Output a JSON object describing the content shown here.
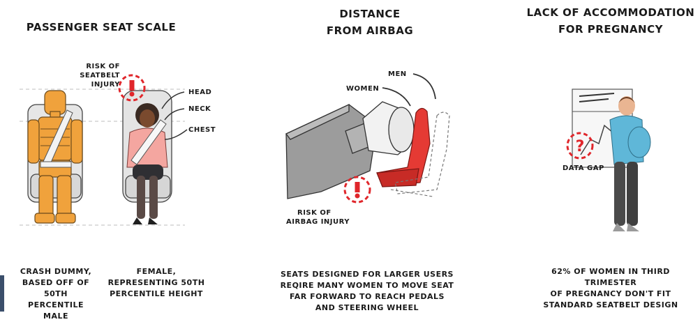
{
  "panel1": {
    "title": "PASSENGER SEAT SCALE",
    "risk_label_1": "RISK OF",
    "risk_label_2": "SEATBELT INJURY",
    "label_head": "HEAD",
    "label_neck": "NECK",
    "label_chest": "CHEST",
    "caption_left": [
      "CRASH DUMMY,",
      "BASED OFF OF 50th",
      "PERCENTILE MALE"
    ],
    "caption_right": [
      "FEMALE,",
      "REPRESENTING 50th",
      "PERCENTILE HEIGHT"
    ]
  },
  "panel2": {
    "title": [
      "DISTANCE",
      "FROM AIRBAG"
    ],
    "label_men": "MEN",
    "label_women": "WOMEN",
    "risk_label_1": "RISK OF",
    "risk_label_2": "AIRBAG INJURY",
    "caption": [
      "SEATS DESIGNED FOR LARGER USERS",
      "REQIRE MANY WOMEN TO MOVE SEAT",
      "FAR FORWARD TO REACH PEDALS",
      "AND STEERING WHEEL"
    ]
  },
  "panel3": {
    "title": [
      "LACK OF ACCOMMODATION",
      "FOR PREGNANCY"
    ],
    "data_gap_label": "DATA GAP",
    "caption": [
      "62% OF WOMEN IN THIRD TRIMESTER",
      "OF PREGNANCY DON'T FIT",
      "STANDARD SEATBELT DESIGN"
    ]
  },
  "icons": [
    "warning-exclamation-icon",
    "question-mark-icon"
  ],
  "colors": {
    "warning_red": "#e0262b",
    "dummy_orange": "#f0a23c",
    "seat_red": "#e53a34",
    "shirt_pink": "#f4a6a0",
    "shirt_blue": "#5fb7d8"
  }
}
